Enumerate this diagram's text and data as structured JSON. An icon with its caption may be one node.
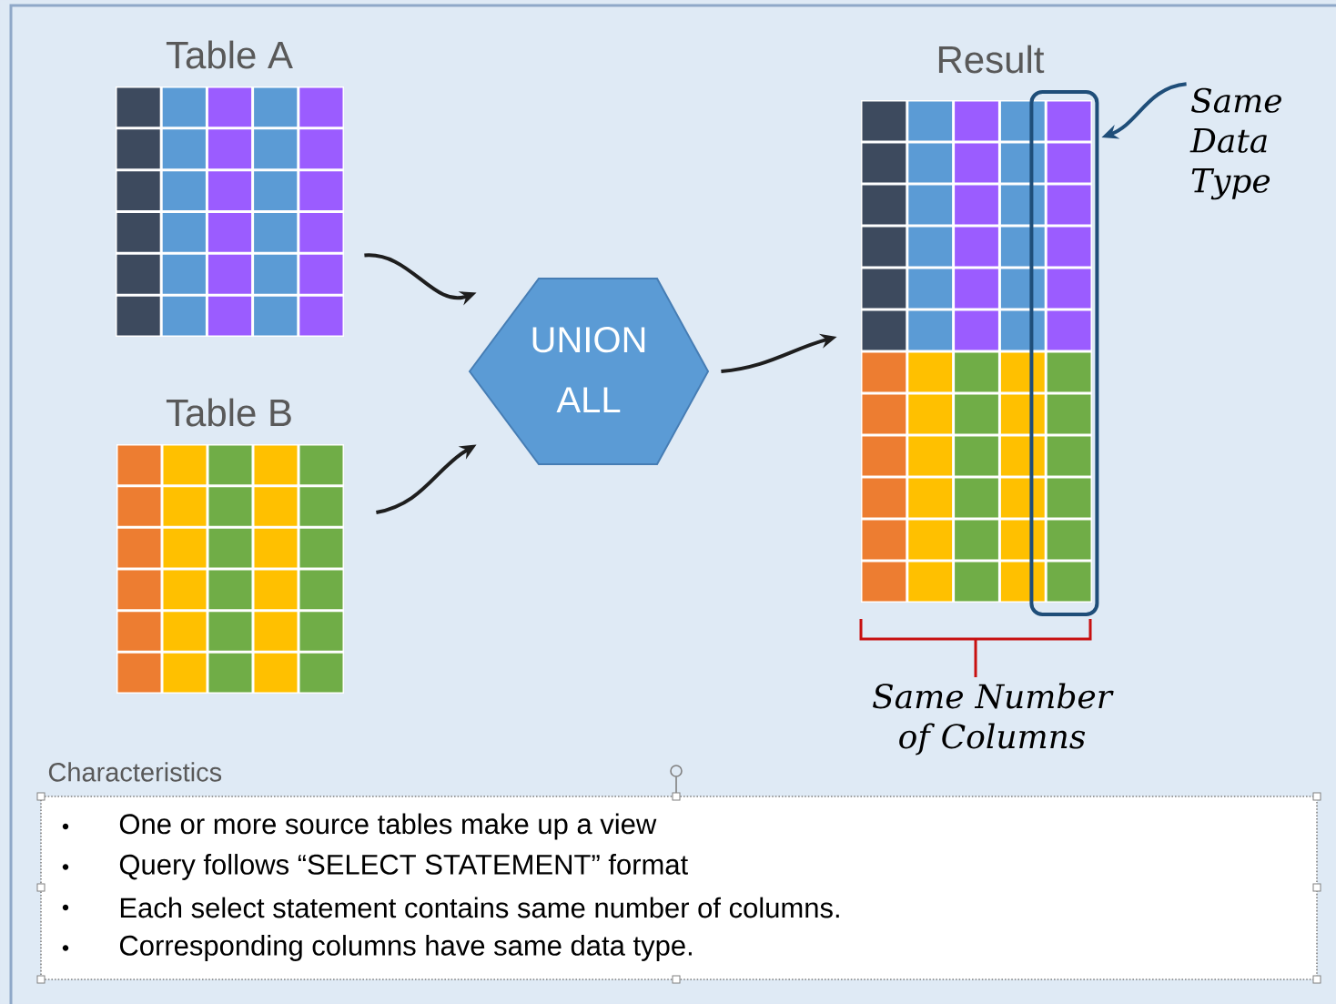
{
  "diagram": {
    "nodes": [
      {
        "text": [
          "Table A"
        ]
      },
      {
        "text": [
          "Table B"
        ]
      },
      {
        "text": [
          "UNION ALL"
        ]
      },
      {
        "text": [
          "Result"
        ]
      },
      {
        "text": [
          "Same Data Type"
        ]
      },
      {
        "text": [],
        "shape": "box",
        "in": 3
      },
      {
        "text": [
          "Characteristics",
          "One or more source tables make up a view",
          "Query follows “SELECT STATEMENT” format",
          "Each select statement contains same number of columns.",
          "Corresponding columns have same data type."
        ]
      }
    ],
    "edges": [
      {
        "from": 0,
        "to": 2,
        "arrow": "to"
      },
      {
        "from": 1,
        "to": 2,
        "arrow": "to"
      },
      {
        "from": 2,
        "to": 3,
        "arrow": "to"
      },
      {
        "from": 4,
        "to": 5,
        "arrow": "to",
        "color": "#1f4e79"
      }
    ],
    "labels": [
      "Same Number of Columns"
    ]
  }
}
